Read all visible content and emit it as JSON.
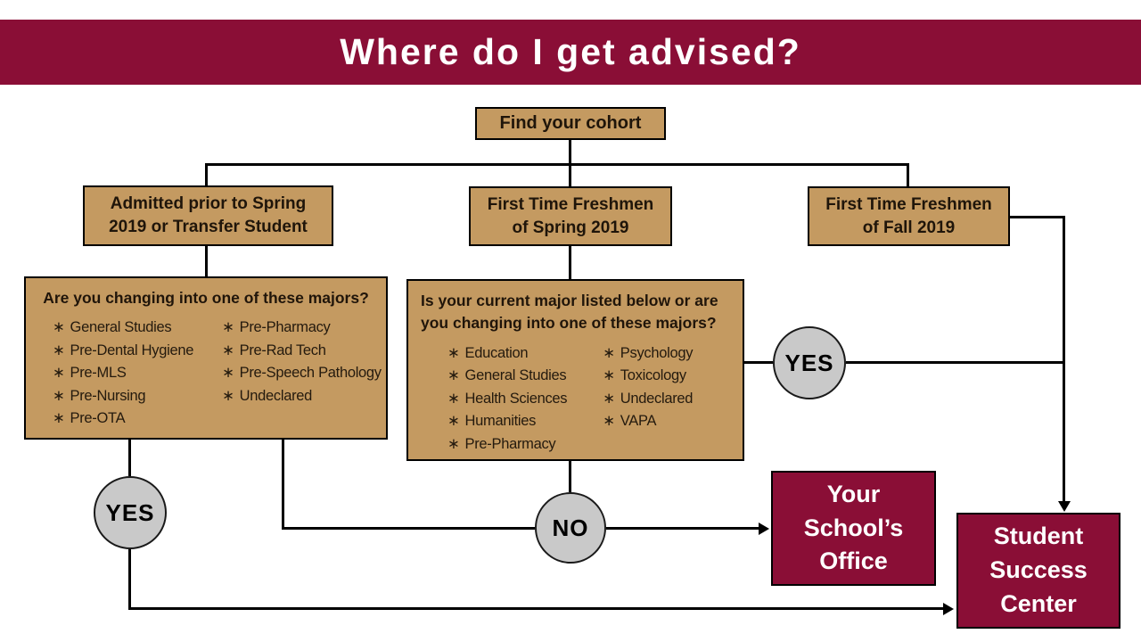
{
  "title": "Where do I get advised?",
  "colors": {
    "maroon": "#8a0e36",
    "tan": "#c49a61",
    "gray_circle": "#c9c9c9",
    "line": "#000000",
    "box_text": "#20150a",
    "outcome_text": "#ffffff"
  },
  "root_box": {
    "label": "Find your cohort"
  },
  "cohort_boxes": [
    {
      "label": "Admitted prior to Spring 2019 or Transfer Student"
    },
    {
      "label": "First Time Freshmen of Spring 2019"
    },
    {
      "label": "First Time Freshmen of Fall 2019"
    }
  ],
  "left_question_box": {
    "heading": "Are you changing into one of these majors?",
    "bullet": "∗",
    "col1": [
      "General Studies",
      "Pre-Dental Hygiene",
      "Pre-MLS",
      "Pre-Nursing",
      "Pre-OTA"
    ],
    "col2": [
      "Pre-Pharmacy",
      "Pre-Rad Tech",
      "Pre-Speech Pathology",
      "Undeclared"
    ]
  },
  "middle_question_box": {
    "heading": "Is your current major listed below or are you changing into one of these majors?",
    "bullet": "∗",
    "col1": [
      "Education",
      "General Studies",
      "Health Sciences",
      "Humanities",
      "Pre-Pharmacy"
    ],
    "col2": [
      "Psychology",
      "Toxicology",
      "Undeclared",
      "VAPA"
    ]
  },
  "decision_labels": {
    "yes_left": "YES",
    "yes_right": "YES",
    "no": "NO"
  },
  "outcome_boxes": {
    "school_office": "Your School’s Office",
    "success_center": "Student Success Center"
  }
}
